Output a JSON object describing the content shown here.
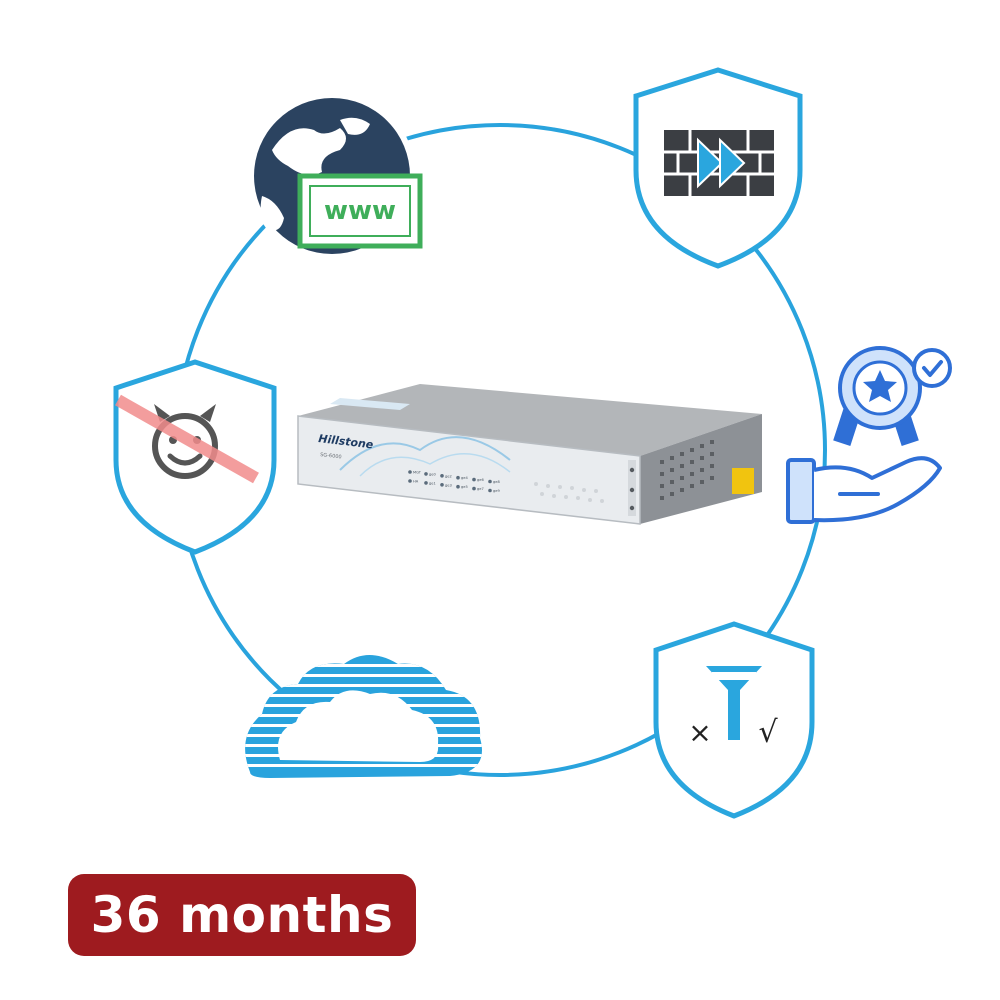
{
  "device": {
    "brand": "Hillstone",
    "model": "SG-6000",
    "port_labels": [
      "MGT",
      "HA",
      "ge0",
      "ge1",
      "ge2",
      "ge3",
      "ge4",
      "ge5",
      "ge6",
      "ge7",
      "ge8",
      "ge9"
    ]
  },
  "icons": {
    "globe_www": {
      "icon": "globe-www-icon",
      "text": "www"
    },
    "firewall_shield": {
      "icon": "firewall-shield-icon"
    },
    "malware_shield": {
      "icon": "malware-blocked-shield-icon"
    },
    "award_hand": {
      "icon": "award-hand-icon"
    },
    "filter_shield": {
      "icon": "url-filter-shield-icon"
    },
    "cloud": {
      "icon": "cloud-icon"
    }
  },
  "license_badge": {
    "text": "36 months"
  },
  "colors": {
    "ring": "#29a3dd",
    "shield_outline": "#2aa6de",
    "globe": "#2b4360",
    "www_green": "#3fae5a",
    "award_blue": "#2f6fd6",
    "badge": "#9e1b1f",
    "device_gray": "#9ea2a6"
  }
}
